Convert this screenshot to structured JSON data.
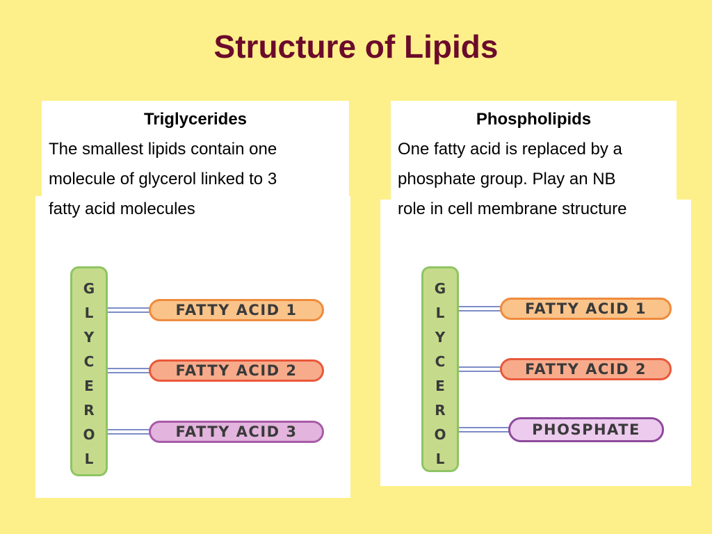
{
  "title": "Structure of Lipids",
  "triglycerides": {
    "heading": "Triglycerides",
    "lines": [
      "The smallest lipids contain one",
      "molecule of glycerol linked to 3",
      "fatty acid molecules"
    ],
    "glycerol_letters": [
      "G",
      "L",
      "Y",
      "C",
      "E",
      "R",
      "O",
      "L"
    ],
    "chains": [
      "FATTY ACID 1",
      "FATTY ACID 2",
      "FATTY ACID 3"
    ]
  },
  "phospholipids": {
    "heading": "Phospholipids",
    "lines": [
      "One fatty acid is replaced by a",
      "phosphate group. Play an NB",
      "role in cell membrane structure"
    ],
    "glycerol_letters": [
      "G",
      "L",
      "Y",
      "C",
      "E",
      "R",
      "O",
      "L"
    ],
    "chains": [
      "FATTY ACID 1",
      "FATTY ACID 2",
      "PHOSPHATE"
    ]
  },
  "colors": {
    "background": "#fdf08a",
    "title": "#6b0b2b",
    "glycerol": "#c5db8b",
    "fatty_acid_1": "#f9c38a",
    "fatty_acid_2": "#f7ab8b",
    "fatty_acid_3": "#e3b4dd",
    "phosphate": "#eccbee"
  }
}
